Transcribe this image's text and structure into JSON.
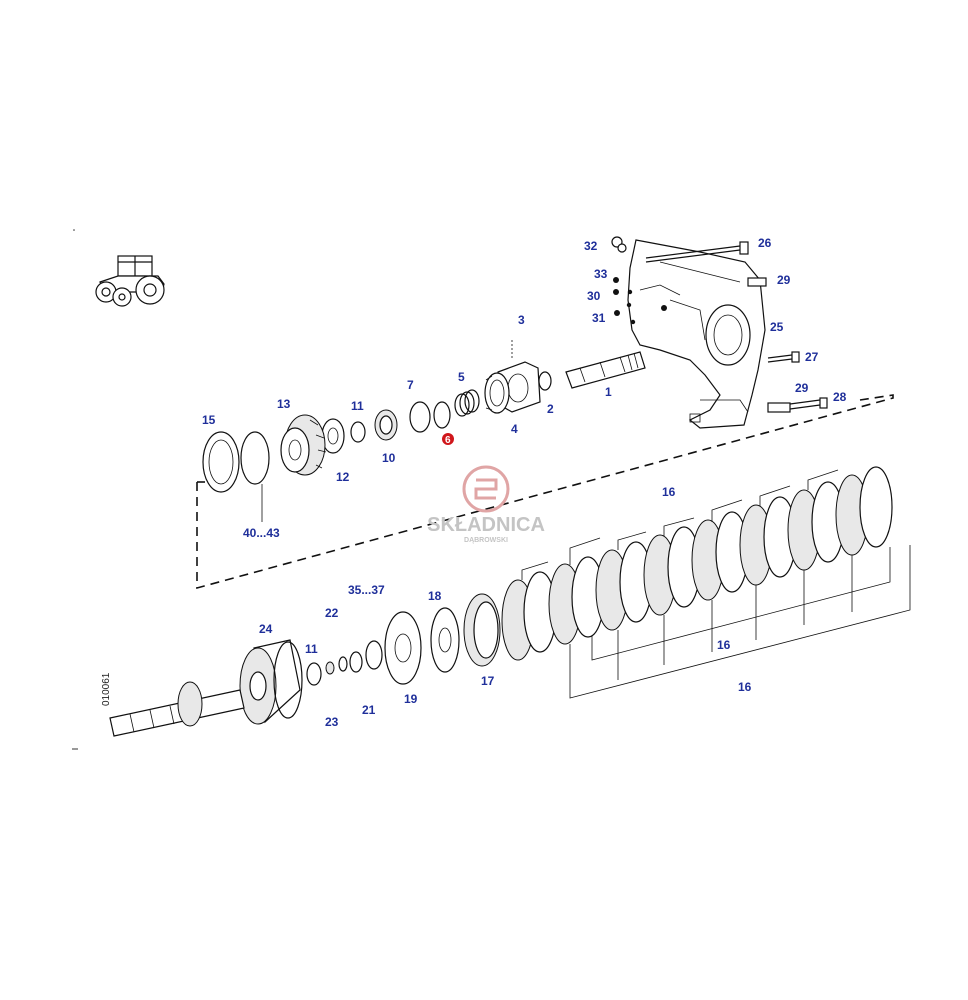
{
  "diagram_code": "010061",
  "watermark": {
    "name": "SKŁADNICA",
    "subname": "DĄBROWSKI"
  },
  "highlight_color": "#d0161b",
  "label_color": "#1f2f9a",
  "labels": {
    "p1": "1",
    "p2": "2",
    "p3": "3",
    "p4": "4",
    "p5": "5",
    "p6": "6",
    "p7": "7",
    "p10": "10",
    "p11a": "11",
    "p11b": "11",
    "p12": "12",
    "p13": "13",
    "p15": "15",
    "p16a": "16",
    "p16b": "16",
    "p16c": "16",
    "p17": "17",
    "p18": "18",
    "p19": "19",
    "p21": "21",
    "p22": "22",
    "p23": "23",
    "p24": "24",
    "p25": "25",
    "p26": "26",
    "p27": "27",
    "p28": "28",
    "p29a": "29",
    "p29b": "29",
    "p30": "30",
    "p31": "31",
    "p32": "32",
    "p33": "33",
    "p35_37": "35...37",
    "p40_43": "40...43"
  },
  "highlighted_part": "6"
}
